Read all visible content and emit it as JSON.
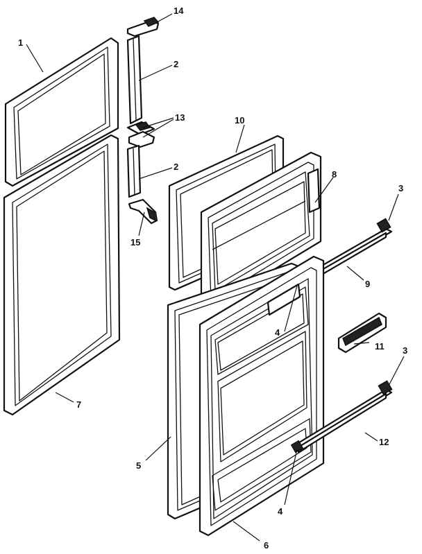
{
  "callouts": {
    "p1": "1",
    "p2": "2",
    "p3": "3",
    "p4": "4",
    "p5": "5",
    "p6": "6",
    "p7": "7",
    "p8": "8",
    "p9": "9",
    "p10": "10",
    "p11": "11",
    "p12": "12",
    "p13": "13",
    "p14": "14",
    "p15": "15"
  },
  "colors": {
    "line": "#111111",
    "background": "#ffffff"
  }
}
